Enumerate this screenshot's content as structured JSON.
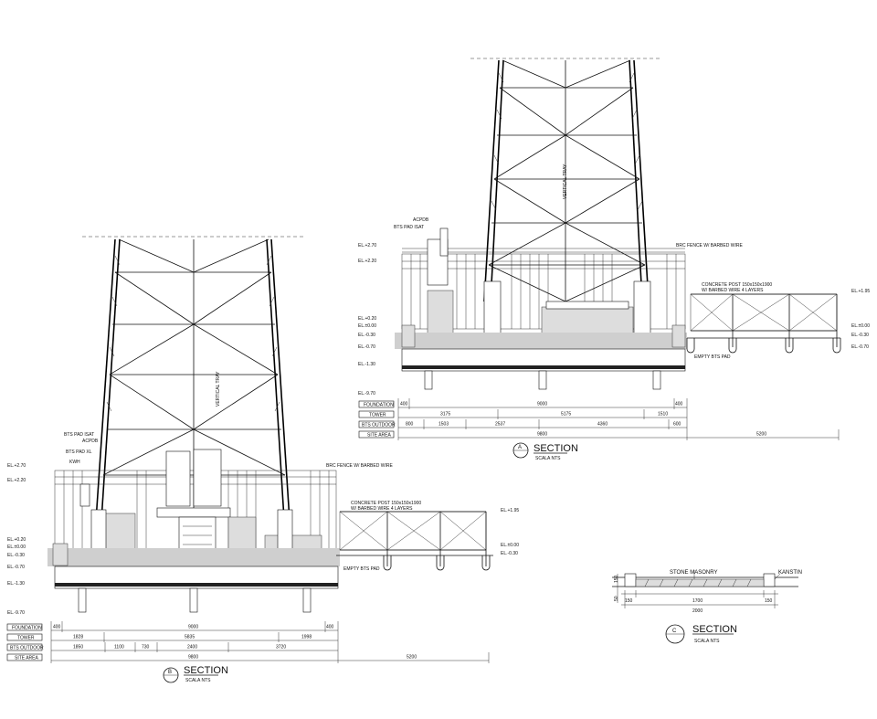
{
  "section_a": {
    "title": "SECTION",
    "scale": "SCALA NTS",
    "marker": "A",
    "tower_label": "VERTICAL TRAY",
    "equipment_labels": [
      "ACPDB",
      "BTS PAD ISAT"
    ],
    "callouts": {
      "fence": "BRC FENCE W/ BARBED WIRE",
      "post": "CONCRETE POST 150x150x1900",
      "post2": "W/ BARBED WIRE 4 LAYERS",
      "pad": "EMPTY BTS PAD"
    },
    "elevations_left": [
      "EL.+2.70",
      "EL.+2.20",
      "EL.+0.20",
      "EL.±0.00",
      "EL.-0.30",
      "EL.-0.70",
      "EL.-1.30",
      "EL.-9.70"
    ],
    "elevations_right": [
      "EL.+1.95",
      "EL.±0.00",
      "EL.-0.30",
      "EL.-0.70"
    ],
    "dim_rows": {
      "labels": [
        "FOUNDATION",
        "TOWER",
        "BTS OUTDOOR",
        "SITE AREA"
      ],
      "foundation": [
        "400",
        "9000",
        "400"
      ],
      "tower": [
        "3175",
        "5175",
        "1510"
      ],
      "bts": [
        "800",
        "1503",
        "2537",
        "4360",
        "600"
      ],
      "site": [
        "9800",
        "5200"
      ]
    }
  },
  "section_b": {
    "title": "SECTION",
    "scale": "SCALA NTS",
    "marker": "B",
    "tower_label": "VERTICAL TRAY",
    "equipment_labels": [
      "BTS PAD ISAT",
      "ACPDB",
      "BTS PAD XL",
      "KWH"
    ],
    "callouts": {
      "fence": "BRC FENCE W/ BARBED WIRE",
      "post": "CONCRETE POST 150x150x1900",
      "post2": "W/ BARBED WIRE 4 LAYERS",
      "pad": "EMPTY BTS PAD"
    },
    "elevations_left": [
      "EL.+2.70",
      "EL.+2.20",
      "EL.+0.20",
      "EL.±0.00",
      "EL.-0.30",
      "EL.-0.70",
      "EL.-1.30",
      "EL.-9.70"
    ],
    "elevations_right": [
      "EL.+1.95",
      "EL.±0.00",
      "EL.-0.30"
    ],
    "dim_rows": {
      "labels": [
        "FOUNDATION",
        "TOWER",
        "BTS OUTDOOR",
        "SITE AREA"
      ],
      "foundation": [
        "400",
        "9000",
        "400"
      ],
      "tower": [
        "1828",
        "5835",
        "1998"
      ],
      "bts": [
        "1850",
        "1100",
        "730",
        "2400",
        "3720"
      ],
      "site": [
        "9800",
        "5200"
      ]
    }
  },
  "section_c": {
    "title": "SECTION",
    "scale": "SCALA NTS",
    "marker": "C",
    "labels": [
      "STONE MASONRY",
      "KANSTIN"
    ],
    "dims": [
      "150",
      "1700",
      "150",
      "2000"
    ],
    "side_dims": [
      "50",
      "150"
    ]
  }
}
